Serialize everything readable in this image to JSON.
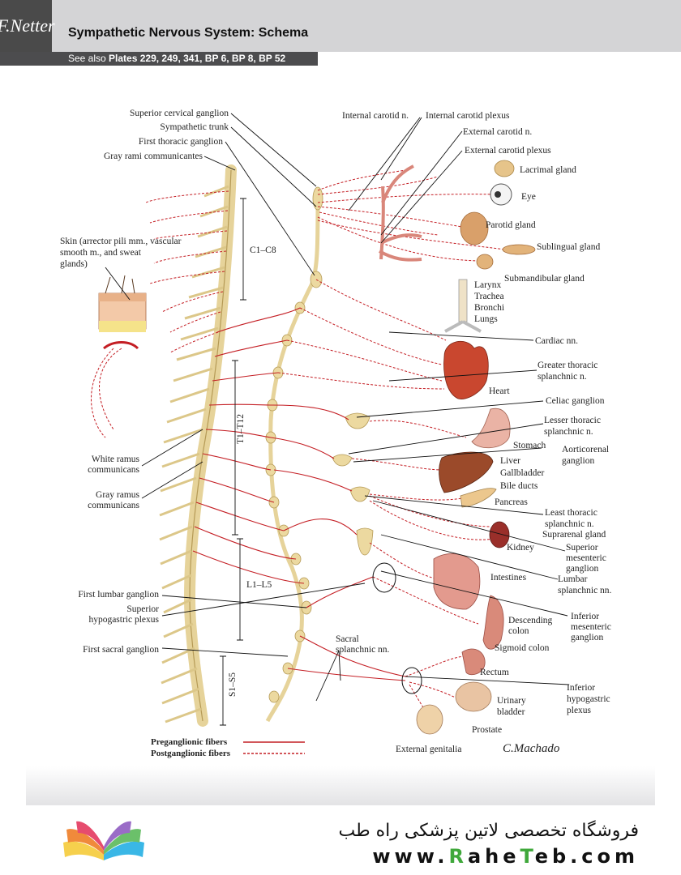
{
  "header": {
    "logo": "F.Netter",
    "title": "Sympathetic Nervous System: Schema",
    "see_also_prefix": "See also ",
    "see_also_refs": "Plates 229, 249, 341, BP 6, BP 8, BP 52"
  },
  "diagram": {
    "labels": {
      "superior_cervical_ganglion": "Superior cervical ganglion",
      "sympathetic_trunk": "Sympathetic trunk",
      "first_thoracic_ganglion": "First thoracic ganglion",
      "gray_rami_communicantes": "Gray rami communicantes",
      "skin_line1": "Skin (arrector pili mm., vascular",
      "skin_line2": "smooth m., and sweat",
      "skin_line3": "glands)",
      "c1_c8": "C1–C8",
      "t1_t12": "T1–T12",
      "l1_l5": "L1–L5",
      "s1_s5": "S1–S5",
      "white_ramus_1": "White ramus",
      "white_ramus_2": "communicans",
      "gray_ramus_1": "Gray ramus",
      "gray_ramus_2": "communicans",
      "first_lumbar_ganglion": "First lumbar ganglion",
      "sup_hypogastric_1": "Superior",
      "sup_hypogastric_2": "hypogastric plexus",
      "first_sacral_ganglion": "First sacral ganglion",
      "sacral_splanchnic_1": "Sacral",
      "sacral_splanchnic_2": "splanchnic nn.",
      "internal_carotid_n": "Internal carotid n.",
      "internal_carotid_plexus": "Internal carotid plexus",
      "external_carotid_n": "External carotid n.",
      "external_carotid_plexus": "External carotid plexus",
      "lacrimal_gland": "Lacrimal gland",
      "eye": "Eye",
      "parotid_gland": "Parotid  gland",
      "sublingual_gland": "Sublingual gland",
      "submandibular_gland": "Submandibular gland",
      "larynx": "Larynx",
      "trachea": "Trachea",
      "bronchi": "Bronchi",
      "lungs": "Lungs",
      "cardiac_nn": "Cardiac nn.",
      "greater_thoracic_1": "Greater thoracic",
      "greater_thoracic_2": "splanchnic n.",
      "heart": "Heart",
      "celiac_ganglion": "Celiac ganglion",
      "lesser_thoracic_1": "Lesser thoracic",
      "lesser_thoracic_2": "splanchnic n.",
      "stomach": "Stomach",
      "aorticorenal_1": "Aorticorenal",
      "aorticorenal_2": "ganglion",
      "liver": "Liver",
      "gallbladder": "Gallbladder",
      "bile_ducts": "Bile ducts",
      "pancreas": "Pancreas",
      "least_thoracic_1": "Least thoracic",
      "least_thoracic_2": "splanchnic n.",
      "suprarenal_gland": "Suprarenal gland",
      "kidney": "Kidney",
      "sup_mesenteric_1": "Superior",
      "sup_mesenteric_2": "mesenteric",
      "sup_mesenteric_3": "ganglion",
      "intestines": "Intestines",
      "lumbar_splanchnic_1": "Lumbar",
      "lumbar_splanchnic_2": "splanchnic nn.",
      "descending_colon_1": "Descending",
      "descending_colon_2": "colon",
      "inf_mesenteric_1": "Inferior",
      "inf_mesenteric_2": "mesenteric",
      "inf_mesenteric_3": "ganglion",
      "sigmoid_colon": "Sigmoid colon",
      "rectum": "Rectum",
      "inf_hypogastric_1": "Inferior",
      "inf_hypogastric_2": "hypogastric",
      "inf_hypogastric_3": "plexus",
      "urinary_1": "Urinary",
      "urinary_2": "bladder",
      "prostate": "Prostate",
      "external_genitalia": "External genitalia",
      "signature": "C.Machado"
    },
    "legend": {
      "preganglionic": "Preganglionic fibers",
      "postganglionic": "Postganglionic fibers"
    },
    "colors": {
      "nerve": "#c41e24",
      "ganglion": "#ecd9a0",
      "organ_pink": "#e9a49a",
      "organ_brown": "#b86b3c"
    }
  },
  "footer": {
    "store_name": "فروشگاه تخصصی لاتین پزشکی  راه طب",
    "url_1": "www.",
    "url_2": "R",
    "url_3": "ahe",
    "url_4": "T",
    "url_5": "eb.com"
  }
}
